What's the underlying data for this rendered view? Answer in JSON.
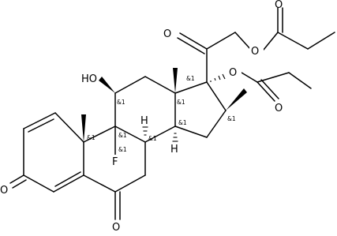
{
  "molecule": {
    "atoms": {
      "O_ketone_side": "O",
      "O_ester_link1": "O",
      "O_ester_carbonyl1": "O",
      "O_ester_link2": "O",
      "O_ester_carbonyl2": "O",
      "OH": "HO",
      "F": "F",
      "O_C3": "O",
      "O_C6": "O",
      "H_C8": "H",
      "H_C14": "H"
    },
    "stereo_label": "&1",
    "stereo_count": 9
  }
}
